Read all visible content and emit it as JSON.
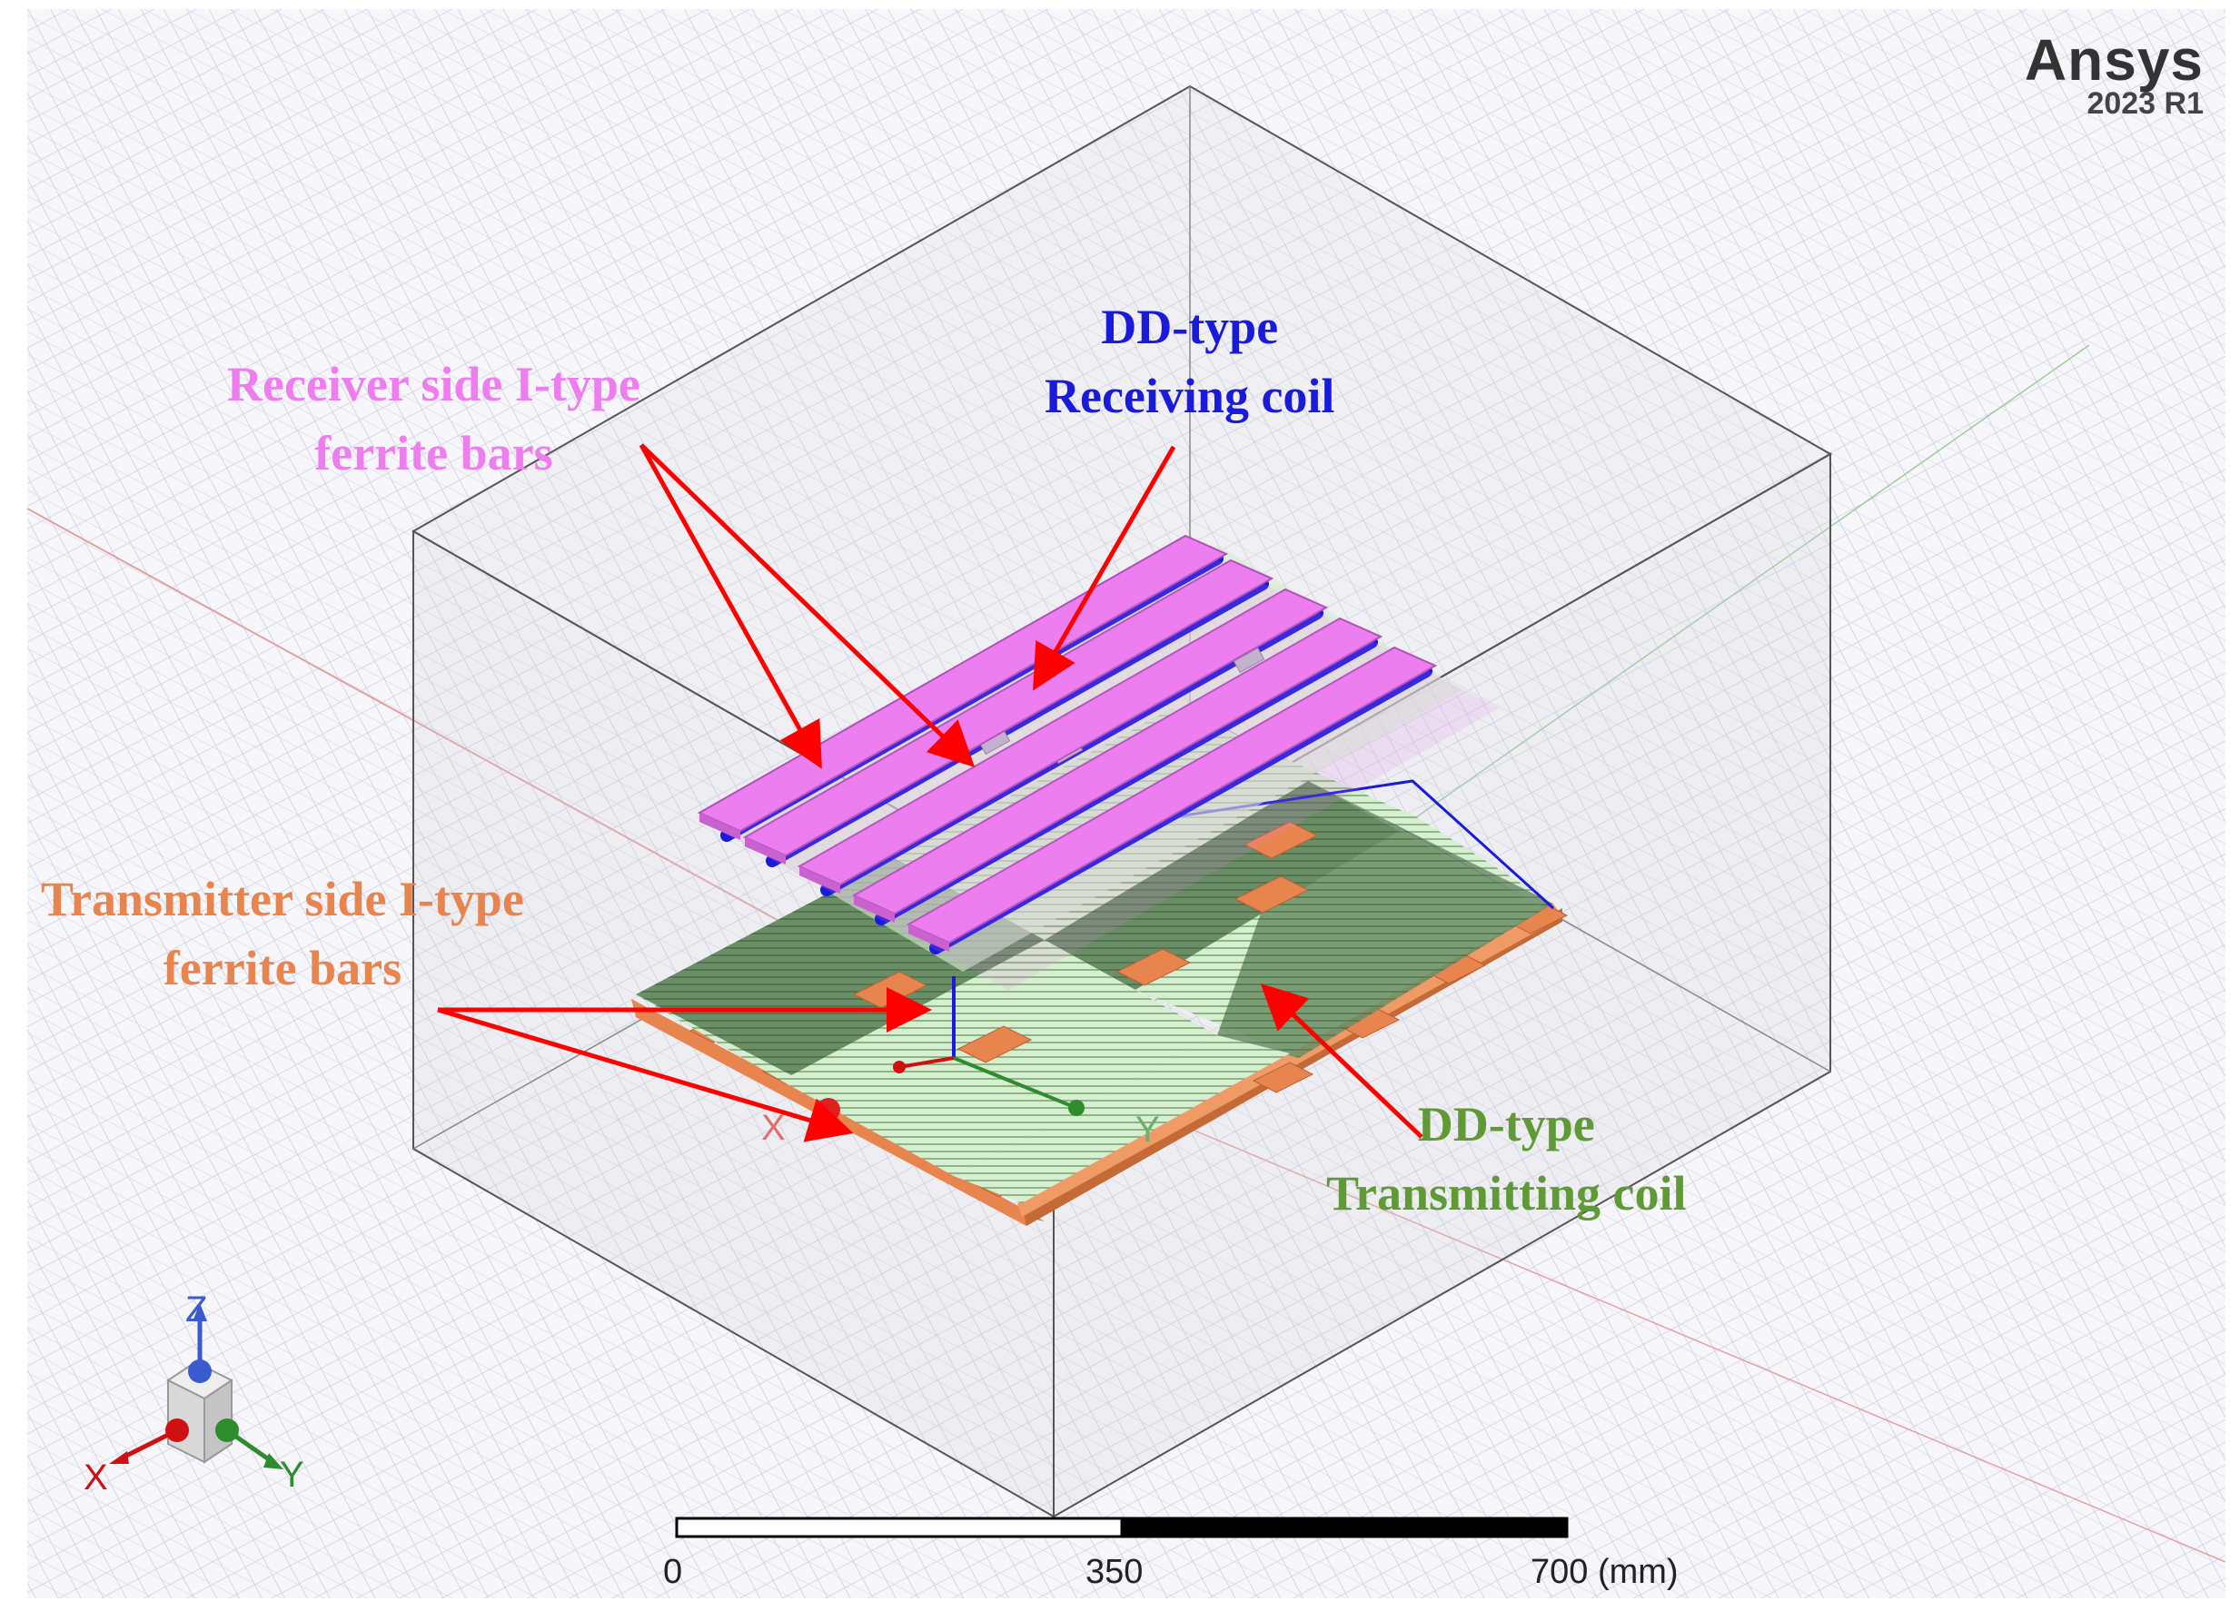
{
  "brand": {
    "name": "Ansys",
    "version": "2023 R1"
  },
  "callouts": {
    "receiver_ferrite": {
      "line1": "Receiver side I-type",
      "line2": "ferrite bars"
    },
    "receiving_coil": {
      "line1": "DD-type",
      "line2": "Receiving coil"
    },
    "transmitter_ferrite": {
      "line1": "Transmitter side I-type",
      "line2": "ferrite bars"
    },
    "transmitting_coil": {
      "line1": "DD-type",
      "line2": "Transmitting coil"
    }
  },
  "scale_bar": {
    "tick_start": "0",
    "tick_mid": "350",
    "tick_end": "700 (mm)"
  },
  "triad": {
    "x": "X",
    "y": "Y",
    "z": "Z"
  },
  "scene_axes": {
    "x": "X",
    "y": "Y"
  },
  "colors": {
    "receiver_ferrite": "#ee7ef0",
    "receiving_coil": "#1a1adb",
    "transmitter_ferrite": "#e8844e",
    "transmitting_coil": "#4f8a2a",
    "coil_fill": "#d5ecd0",
    "arrow": "#ff0000",
    "grid": "#c8c8da"
  }
}
